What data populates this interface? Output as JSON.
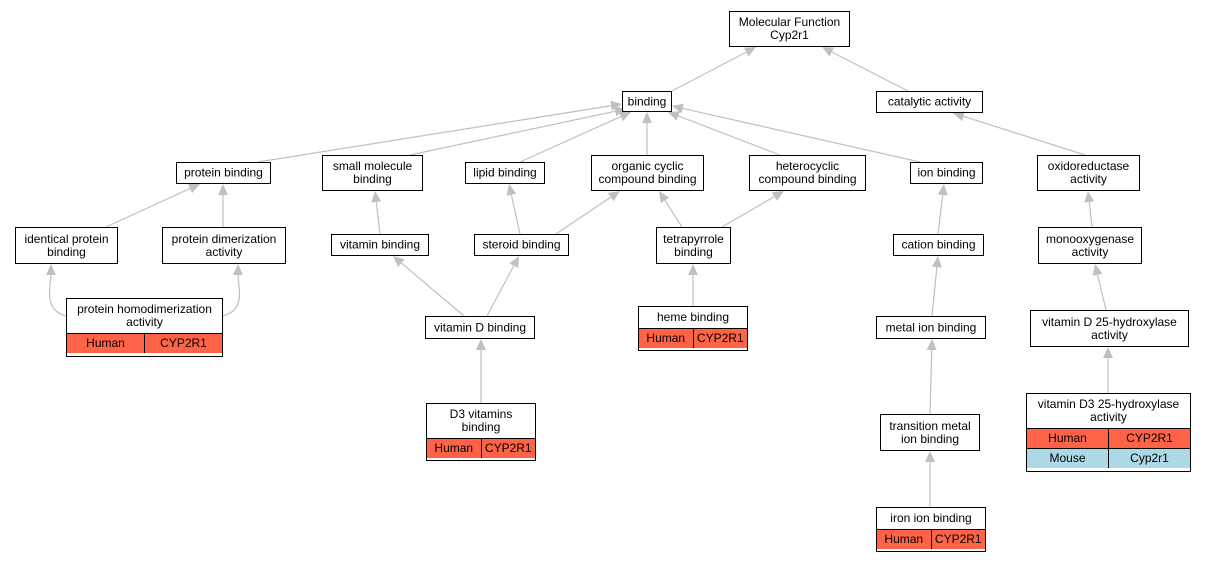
{
  "colors": {
    "edge": "#c0c0c0",
    "human": "#ff6347",
    "mouse": "#add8e6"
  },
  "nodes": {
    "molecular_function": {
      "lines": [
        "Molecular Function",
        "Cyp2r1"
      ]
    },
    "binding": {
      "lines": [
        "binding"
      ]
    },
    "catalytic_activity": {
      "lines": [
        "catalytic activity"
      ]
    },
    "protein_binding": {
      "lines": [
        "protein binding"
      ]
    },
    "small_molecule_binding": {
      "lines": [
        "small molecule",
        "binding"
      ]
    },
    "lipid_binding": {
      "lines": [
        "lipid binding"
      ]
    },
    "organic_cyclic": {
      "lines": [
        "organic cyclic",
        "compound binding"
      ]
    },
    "heterocyclic": {
      "lines": [
        "heterocyclic",
        "compound binding"
      ]
    },
    "ion_binding": {
      "lines": [
        "ion binding"
      ]
    },
    "oxidoreductase": {
      "lines": [
        "oxidoreductase",
        "activity"
      ]
    },
    "identical_protein": {
      "lines": [
        "identical protein",
        "binding"
      ]
    },
    "protein_dimerization": {
      "lines": [
        "protein dimerization",
        "activity"
      ]
    },
    "vitamin_binding": {
      "lines": [
        "vitamin binding"
      ]
    },
    "steroid_binding": {
      "lines": [
        "steroid binding"
      ]
    },
    "tetrapyrrole": {
      "lines": [
        "tetrapyrrole",
        "binding"
      ]
    },
    "cation_binding": {
      "lines": [
        "cation binding"
      ]
    },
    "monooxygenase": {
      "lines": [
        "monooxygenase",
        "activity"
      ]
    },
    "homodimerization": {
      "lines": [
        "protein homodimerization",
        "activity"
      ],
      "rows": [
        {
          "species": "Human",
          "gene": "CYP2R1"
        }
      ]
    },
    "vitamin_d_binding": {
      "lines": [
        "vitamin D binding"
      ]
    },
    "heme_binding": {
      "lines": [
        "heme binding"
      ],
      "rows": [
        {
          "species": "Human",
          "gene": "CYP2R1"
        }
      ]
    },
    "metal_ion": {
      "lines": [
        "metal ion binding"
      ]
    },
    "vitd_25": {
      "lines": [
        "vitamin D 25-hydroxylase",
        "activity"
      ]
    },
    "d3_vitamins": {
      "lines": [
        "D3 vitamins",
        "binding"
      ],
      "rows": [
        {
          "species": "Human",
          "gene": "CYP2R1"
        }
      ]
    },
    "transition_metal": {
      "lines": [
        "transition metal",
        "ion binding"
      ]
    },
    "vitd3_25": {
      "lines": [
        "vitamin D3 25-hydroxylase",
        "activity"
      ],
      "rows": [
        {
          "species": "Human",
          "gene": "CYP2R1"
        },
        {
          "species": "Mouse",
          "gene": "Cyp2r1"
        }
      ]
    },
    "iron_ion": {
      "lines": [
        "iron ion binding"
      ],
      "rows": [
        {
          "species": "Human",
          "gene": "CYP2R1"
        }
      ]
    }
  }
}
